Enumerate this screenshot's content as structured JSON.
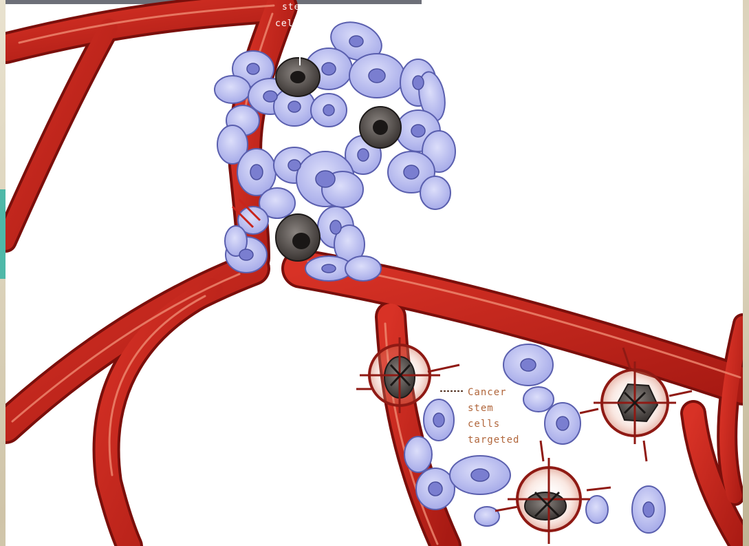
{
  "labels": {
    "top_partial_line1": "stem",
    "top_partial_line2": "cells",
    "targeted_line1": "Cancer",
    "targeted_line2": "stem",
    "targeted_line3": "cells",
    "targeted_line4": "targeted"
  },
  "colors": {
    "vessel": "#c8241c",
    "vessel_dark": "#7a0f0b",
    "vessel_highlight": "#e86a55",
    "cell_fill": "#b9bdf0",
    "cell_stroke": "#5a5fae",
    "nucleus": "#6e72c8",
    "stem_cell": "#3a3533",
    "target_ring": "#8f1a14",
    "label": "#b0653a"
  },
  "icons": {
    "target_marker": "crosshair-reticle-icon"
  }
}
